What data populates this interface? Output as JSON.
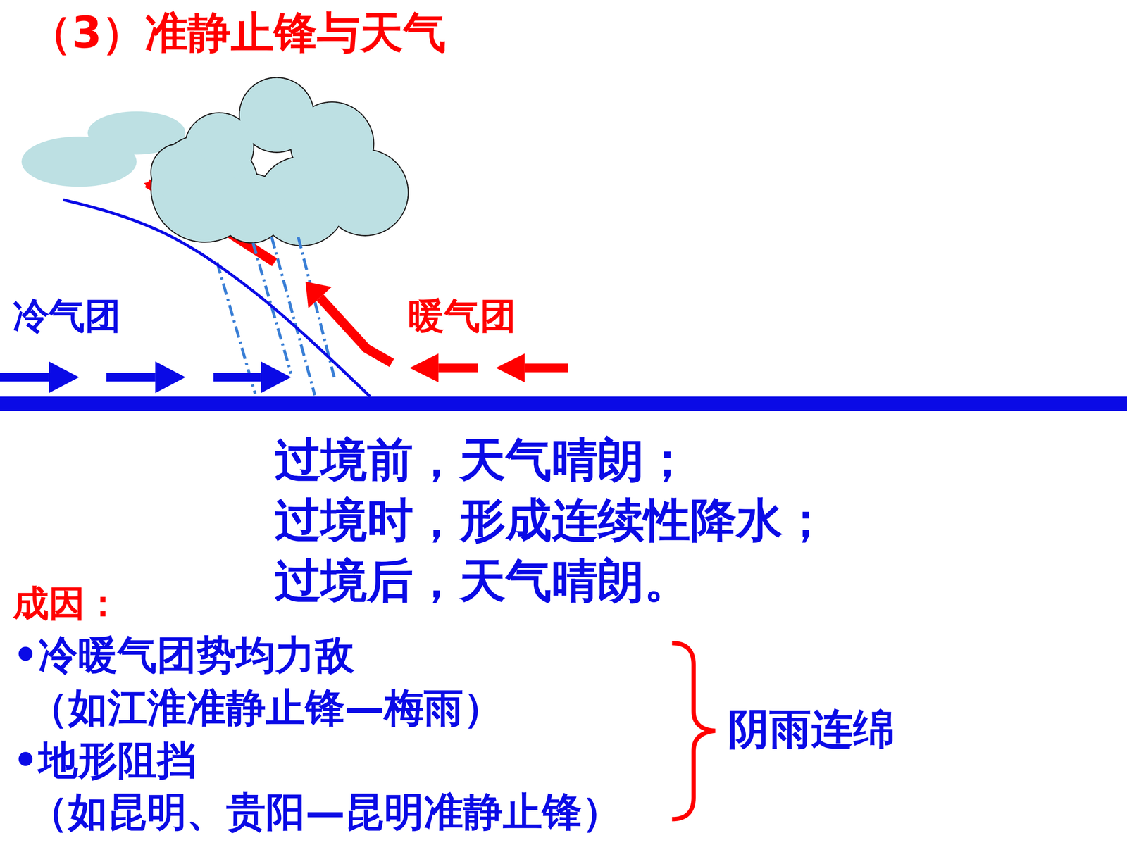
{
  "diagram": {
    "title": "（3）准静止锋与天气",
    "labels": [
      "冷气团",
      "暖气团",
      "过境前，天气晴朗；",
      "过境时，形成连续性降水；",
      "过境后，天气晴朗。",
      "成因：",
      "•冷暖气团势均力敌",
      "（如江淮准静止锋—梅雨）",
      "•地形阻挡",
      "（如昆明、贵阳—昆明准静止锋）",
      "阴雨连绵"
    ]
  }
}
